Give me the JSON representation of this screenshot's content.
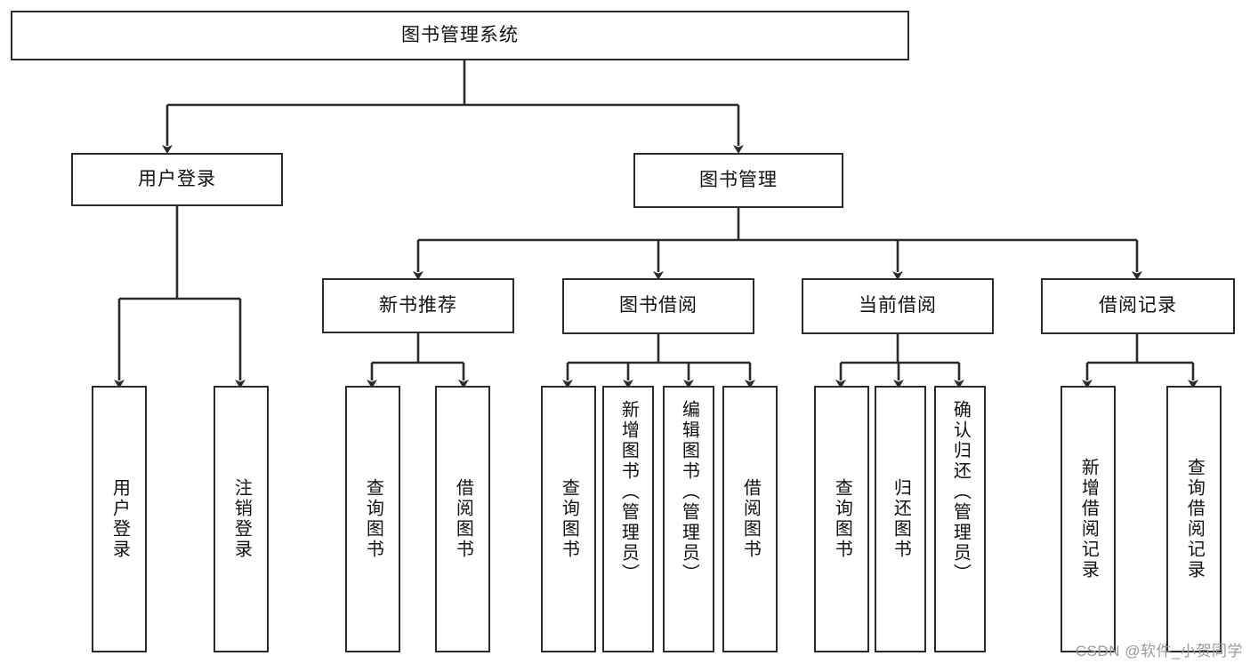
{
  "diagram": {
    "title": "图书管理系统",
    "watermark": "CSDN @软件_小贺同学",
    "colors": {
      "background": "#ffffff",
      "node_border": "#2b2b2b",
      "node_fill": "#ffffff",
      "edge": "#2b2b2b",
      "text": "#111111",
      "watermark": "#9a9a9a"
    },
    "levels": {
      "root": {
        "label": "图书管理系统"
      },
      "level1": [
        {
          "label": "用户登录"
        },
        {
          "label": "图书管理"
        }
      ],
      "level2": [
        {
          "label": "新书推荐"
        },
        {
          "label": "图书借阅"
        },
        {
          "label": "当前借阅"
        },
        {
          "label": "借阅记录"
        }
      ],
      "leaves": {
        "user_login": [
          {
            "label": "用户登录"
          },
          {
            "label": "注销登录"
          }
        ],
        "new_book_recommend": [
          {
            "label": "查询图书"
          },
          {
            "label": "借阅图书"
          }
        ],
        "book_borrow": [
          {
            "label": "查询图书"
          },
          {
            "label": "新增图书（管理员）"
          },
          {
            "label": "编辑图书（管理员）"
          },
          {
            "label": "借阅图书"
          }
        ],
        "current_borrow": [
          {
            "label": "查询图书"
          },
          {
            "label": "归还图书"
          },
          {
            "label": "确认归还（管理员）"
          }
        ],
        "borrow_record": [
          {
            "label": "新增借阅记录"
          },
          {
            "label": "查询借阅记录"
          }
        ]
      }
    }
  }
}
